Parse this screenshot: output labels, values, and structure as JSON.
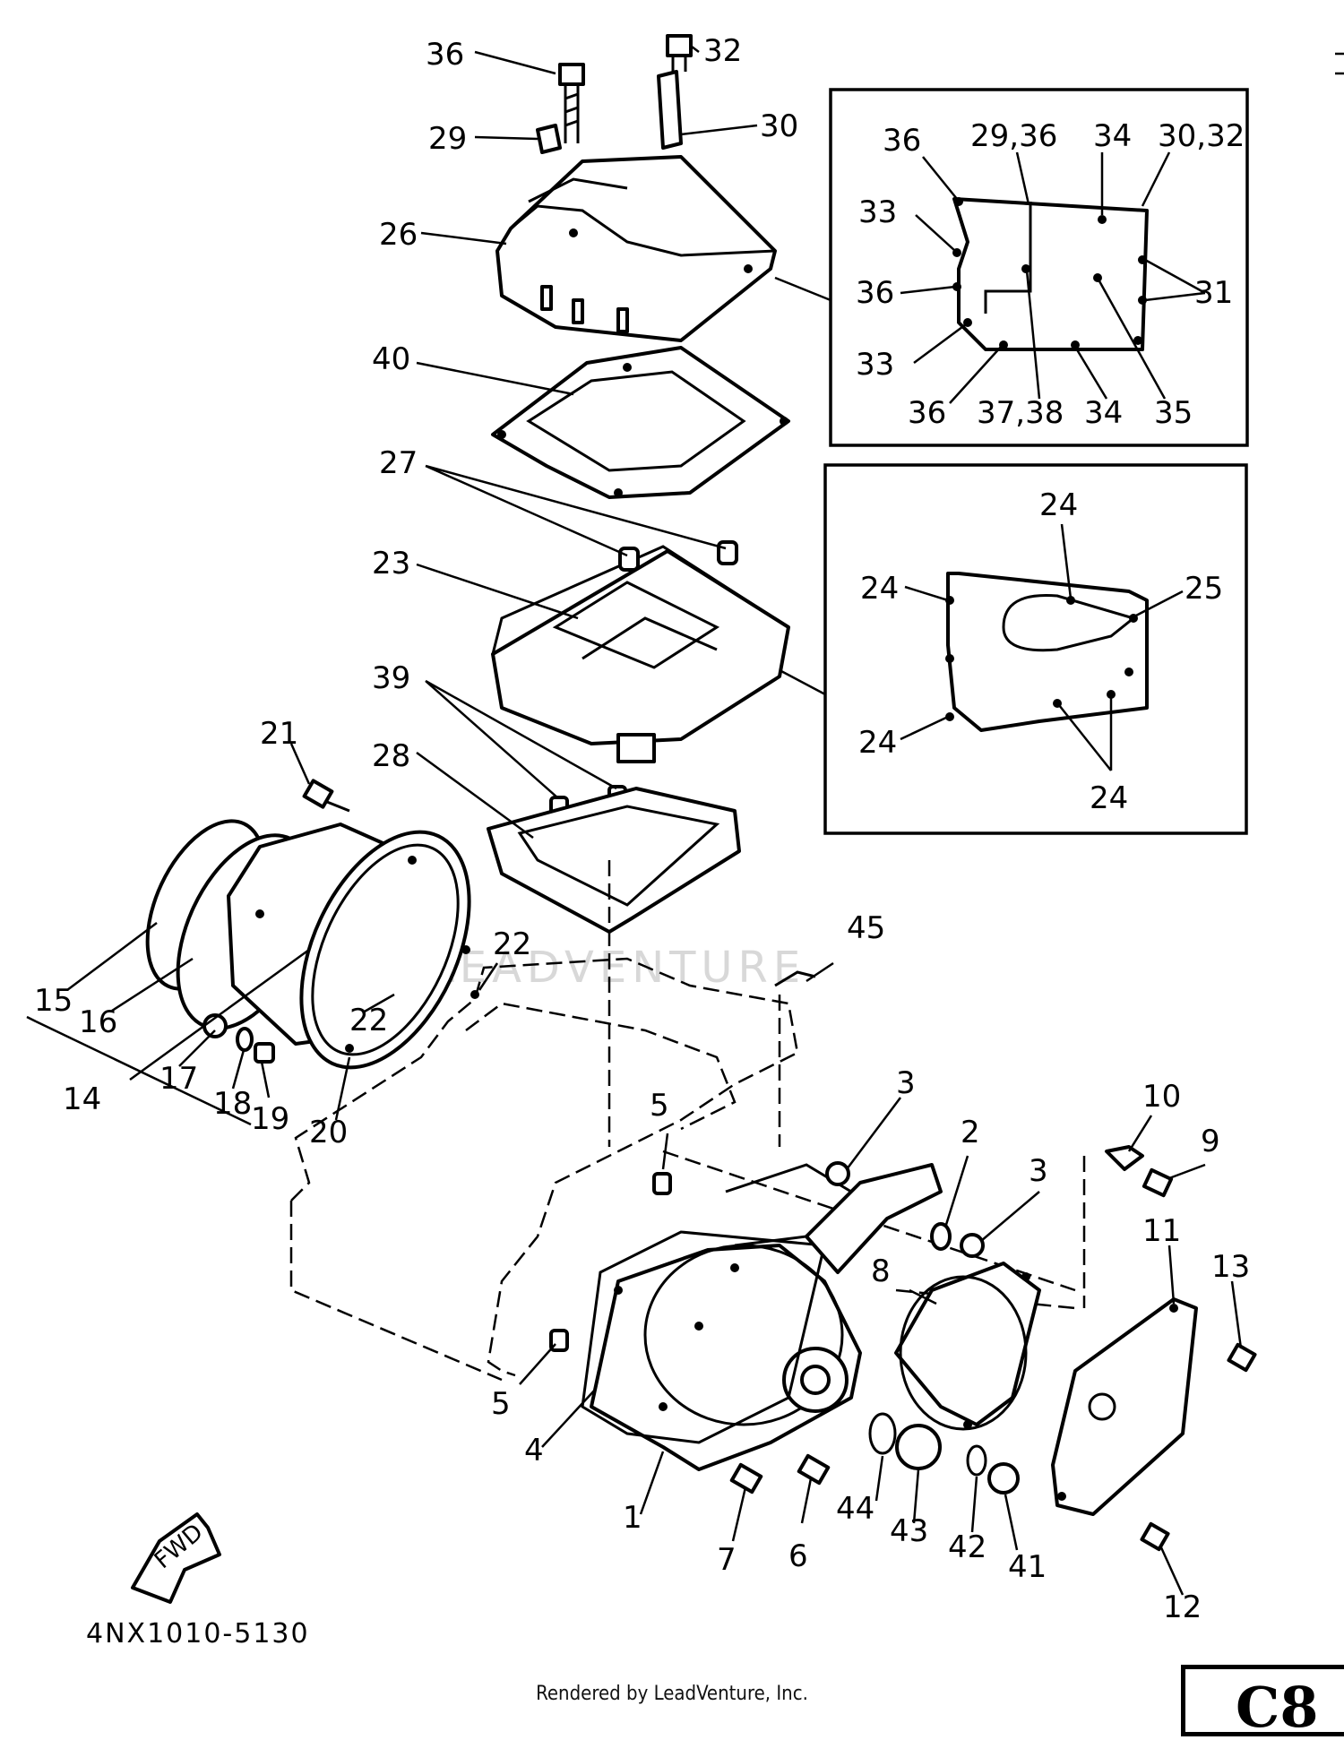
{
  "diagram": {
    "code": "4NX1010-5130",
    "page_code": "C8",
    "watermark": "LEADVENTURE",
    "direction_label": "FWD",
    "footer": "Rendered by LeadVenture, Inc.",
    "callouts": [
      "36",
      "32",
      "29",
      "30",
      "26",
      "40",
      "27",
      "23",
      "39",
      "28",
      "21",
      "15",
      "16",
      "14",
      "17",
      "18",
      "19",
      "20",
      "22",
      "22",
      "45",
      "5",
      "5",
      "3",
      "3",
      "2",
      "10",
      "9",
      "11",
      "13",
      "8",
      "4",
      "1",
      "7",
      "6",
      "44",
      "43",
      "42",
      "41",
      "12"
    ],
    "inset_top_callouts": [
      "36",
      "29,36",
      "34",
      "30,32",
      "33",
      "36",
      "31",
      "33",
      "36",
      "37,38",
      "34",
      "35"
    ],
    "inset_bottom_callouts": [
      "24",
      "24",
      "25",
      "24",
      "24"
    ]
  }
}
